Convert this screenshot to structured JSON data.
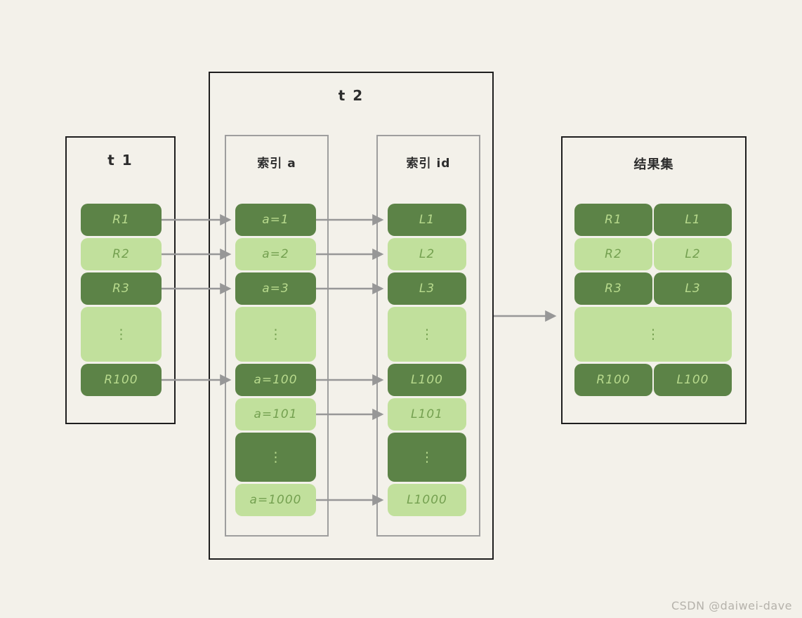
{
  "colors": {
    "bg": "#f3f1ea",
    "cell-dark": "#5c8347",
    "cell-light": "#c1e09c",
    "cell-dark-text": "#b8da8d",
    "cell-light-text": "#74a050",
    "outer-border": "#1e1e1e",
    "inner-border": "#9e9e9e",
    "arrow": "#979797",
    "watermark-text": "#b5b2ab"
  },
  "t1": {
    "title": "t 1",
    "cells": [
      {
        "label": "R1"
      },
      {
        "label": "R2"
      },
      {
        "label": "R3"
      },
      {
        "label": "⋮"
      },
      {
        "label": "R100"
      }
    ]
  },
  "t2": {
    "title": "t 2",
    "index_a": {
      "title": "索引 a",
      "cells": [
        {
          "label": "a=1"
        },
        {
          "label": "a=2"
        },
        {
          "label": "a=3"
        },
        {
          "label": "⋮"
        },
        {
          "label": "a=100"
        },
        {
          "label": "a=101"
        },
        {
          "label": "⋮"
        },
        {
          "label": "a=1000"
        }
      ]
    },
    "index_id": {
      "title": "索引 id",
      "cells": [
        {
          "label": "L1"
        },
        {
          "label": "L2"
        },
        {
          "label": "L3"
        },
        {
          "label": "⋮"
        },
        {
          "label": "L100"
        },
        {
          "label": "L101"
        },
        {
          "label": "⋮"
        },
        {
          "label": "L1000"
        }
      ]
    }
  },
  "result": {
    "title": "结果集",
    "rows": [
      {
        "left": "R1",
        "right": "L1"
      },
      {
        "left": "R2",
        "right": "L2"
      },
      {
        "left": "R3",
        "right": "L3"
      },
      {
        "ellipsis": "⋮"
      },
      {
        "left": "R100",
        "right": "L100"
      }
    ]
  },
  "connections": [
    {
      "from": "t1.R1",
      "to": "index_a.a=1"
    },
    {
      "from": "t1.R2",
      "to": "index_a.a=2"
    },
    {
      "from": "t1.R3",
      "to": "index_a.a=3"
    },
    {
      "from": "t1.R100",
      "to": "index_a.a=100"
    },
    {
      "from": "index_a.a=1",
      "to": "index_id.L1"
    },
    {
      "from": "index_a.a=2",
      "to": "index_id.L2"
    },
    {
      "from": "index_a.a=3",
      "to": "index_id.L3"
    },
    {
      "from": "index_a.a=100",
      "to": "index_id.L100"
    },
    {
      "from": "index_a.a=101",
      "to": "index_id.L101"
    },
    {
      "from": "index_a.a=1000",
      "to": "index_id.L1000"
    },
    {
      "from": "t2",
      "to": "result"
    }
  ],
  "watermark": "CSDN @daiwei-dave"
}
